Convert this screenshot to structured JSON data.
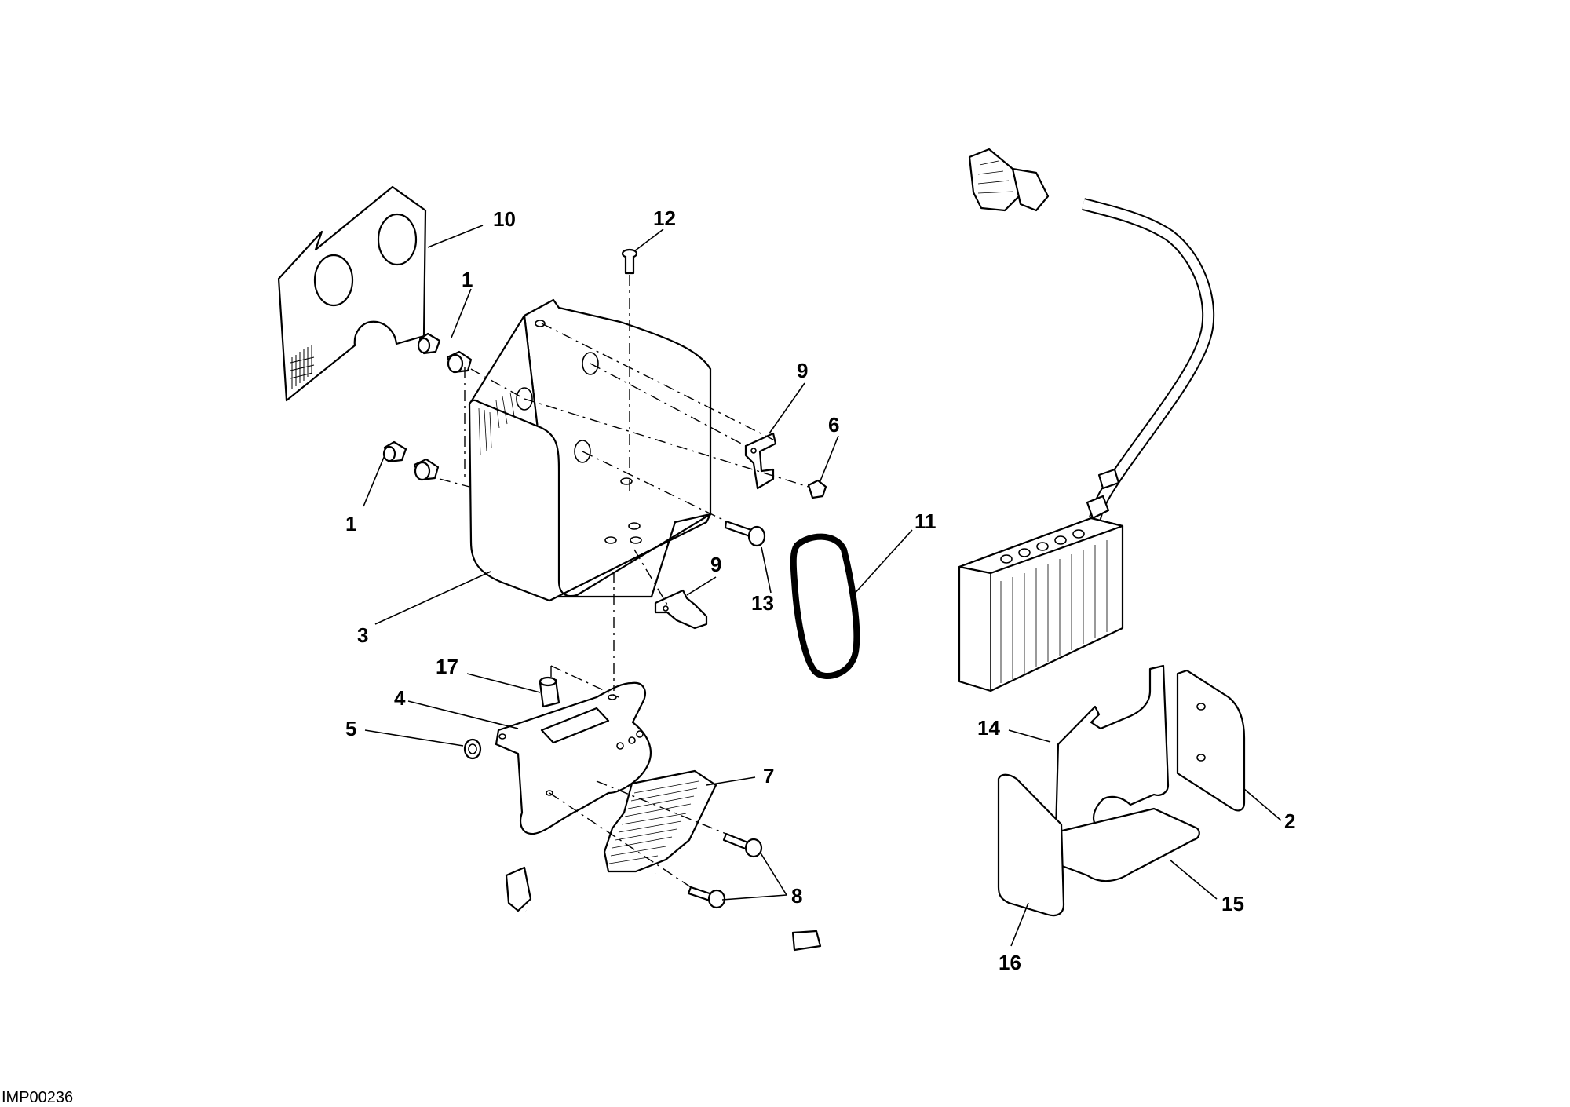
{
  "figure_id": "IMP00236",
  "callouts": [
    {
      "id": "c10",
      "label": "10"
    },
    {
      "id": "c12",
      "label": "12"
    },
    {
      "id": "c1a",
      "label": "1"
    },
    {
      "id": "c1b",
      "label": "1"
    },
    {
      "id": "c9a",
      "label": "9"
    },
    {
      "id": "c6",
      "label": "6"
    },
    {
      "id": "c11",
      "label": "11"
    },
    {
      "id": "c13",
      "label": "13"
    },
    {
      "id": "c9b",
      "label": "9"
    },
    {
      "id": "c3",
      "label": "3"
    },
    {
      "id": "c17",
      "label": "17"
    },
    {
      "id": "c4",
      "label": "4"
    },
    {
      "id": "c5",
      "label": "5"
    },
    {
      "id": "c7",
      "label": "7"
    },
    {
      "id": "c8",
      "label": "8"
    },
    {
      "id": "c14",
      "label": "14"
    },
    {
      "id": "c2",
      "label": "2"
    },
    {
      "id": "c15",
      "label": "15"
    },
    {
      "id": "c16",
      "label": "16"
    }
  ]
}
